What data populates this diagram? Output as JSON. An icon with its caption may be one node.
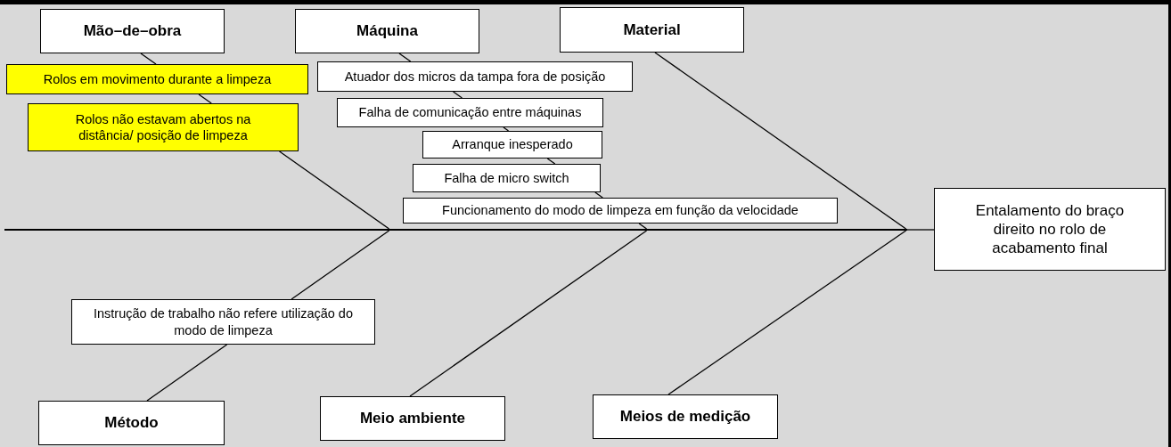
{
  "diagram": {
    "nodes": [
      {
        "text": [
          "Mão–de–obra"
        ]
      },
      {
        "text": [
          "Máquina"
        ]
      },
      {
        "text": [
          "Material"
        ]
      },
      {
        "text": [
          "Rolos em movimento durante a limpeza"
        ]
      },
      {
        "text": [
          "Rolos não estavam abertos na distância/ posição de limpeza"
        ]
      },
      {
        "text": [
          "Atuador dos micros da tampa fora de posição"
        ]
      },
      {
        "text": [
          "Falha de comunicação entre máquinas"
        ]
      },
      {
        "text": [
          "Arranque inesperado"
        ]
      },
      {
        "text": [
          "Falha de micro switch"
        ]
      },
      {
        "text": [
          "Funcionamento do modo de limpeza em função da velocidade"
        ]
      },
      {
        "text": [
          "Entalamento do braço direito no rolo de acabamento final"
        ]
      },
      {
        "text": [
          "Instrução de trabalho não refere utilização do modo de limpeza"
        ]
      },
      {
        "text": [
          "Método"
        ]
      },
      {
        "text": [
          "Meio ambiente"
        ]
      },
      {
        "text": [
          "Meios de medição"
        ]
      },
      {
        "text": [],
        "shape": "bar"
      }
    ],
    "edges": [
      {
        "from": 15,
        "to": 10,
        "arrow": "none"
      },
      {
        "from": 0,
        "to": 3,
        "arrow": "none"
      },
      {
        "from": 3,
        "to": 4,
        "arrow": "none"
      },
      {
        "from": 4,
        "to": 15,
        "arrow": "none"
      },
      {
        "from": 1,
        "to": 5,
        "arrow": "none"
      },
      {
        "from": 5,
        "to": 6,
        "arrow": "none"
      },
      {
        "from": 6,
        "to": 7,
        "arrow": "none"
      },
      {
        "from": 7,
        "to": 8,
        "arrow": "none"
      },
      {
        "from": 8,
        "to": 9,
        "arrow": "none"
      },
      {
        "from": 9,
        "to": 15,
        "arrow": "none"
      },
      {
        "from": 2,
        "to": 15,
        "arrow": "none"
      },
      {
        "from": 12,
        "to": 11,
        "arrow": "none"
      },
      {
        "from": 11,
        "to": 15,
        "arrow": "none"
      },
      {
        "from": 13,
        "to": 15,
        "arrow": "none"
      },
      {
        "from": 14,
        "to": 15,
        "arrow": "none"
      }
    ]
  }
}
